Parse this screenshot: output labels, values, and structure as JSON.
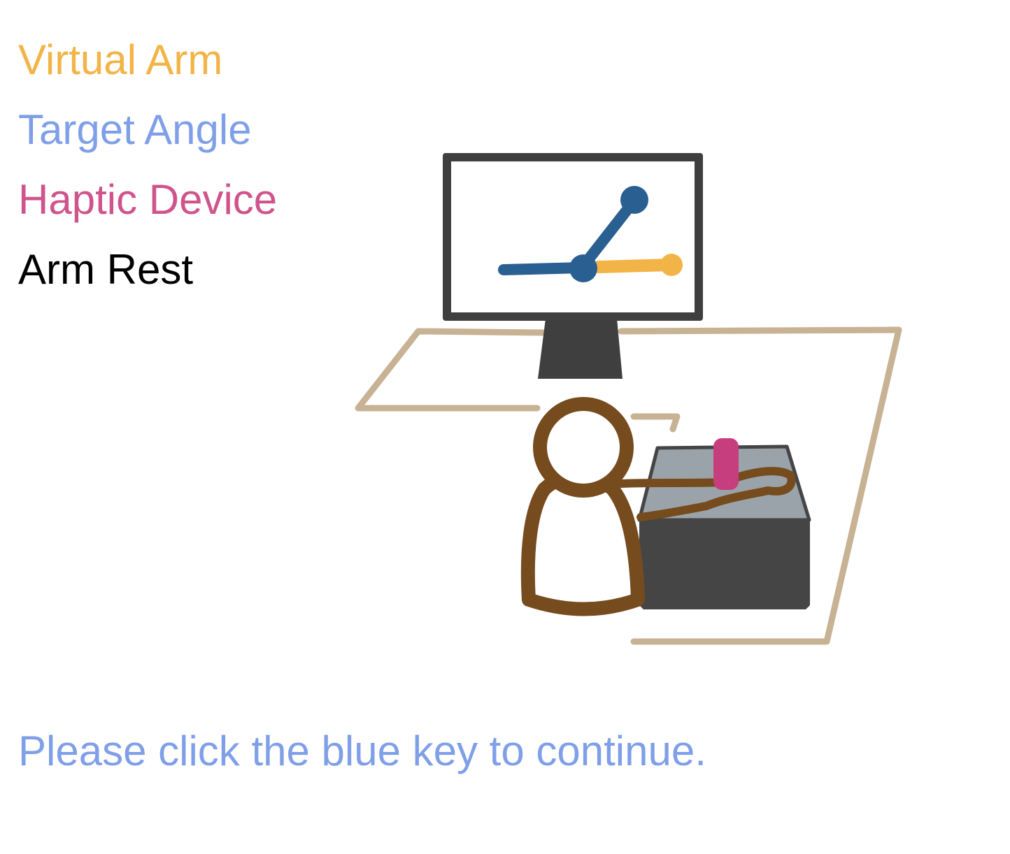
{
  "legend": {
    "virtual_arm": {
      "label": "Virtual Arm",
      "color": "#F2B446"
    },
    "target_angle": {
      "label": "Target Angle",
      "color": "#7F9FE8"
    },
    "haptic_device": {
      "label": "Haptic Device",
      "color": "#D0548C"
    },
    "arm_rest": {
      "label": "Arm Rest",
      "color": "#000000"
    }
  },
  "illustration": {
    "items": [
      "monitor-icon",
      "desk-outline",
      "person-icon",
      "arm-rest-box",
      "haptic-device-handle"
    ],
    "colors": {
      "monitor_frame": "#3f3f3f",
      "screen": "#ffffff",
      "target_angle_line": "#2A5F92",
      "virtual_arm_line": "#F2B446",
      "desk_outline": "#C8B294",
      "person_outline": "#764B1E",
      "box_top": "#9AA3A9",
      "box_front": "#454545",
      "haptic_device": "#C73E7E"
    }
  },
  "instruction": {
    "text": "Please click the blue key to continue.",
    "color": "#7F9FE8"
  }
}
